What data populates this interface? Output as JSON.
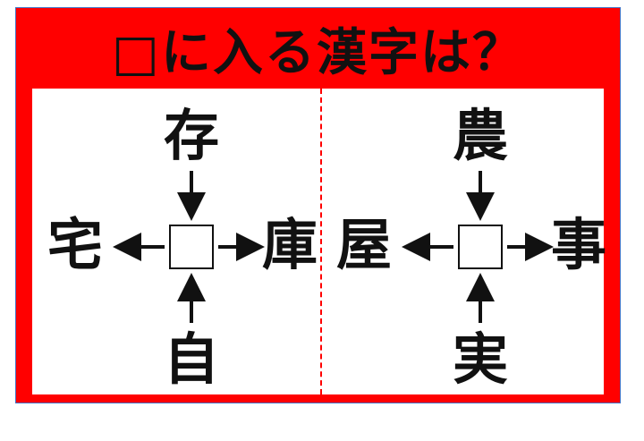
{
  "title": "□に入る漢字は？",
  "puzzles": [
    {
      "top": "存",
      "left": "宅",
      "right": "庫",
      "bottom": "自"
    },
    {
      "top": "農",
      "left": "屋",
      "right": "事",
      "bottom": "実"
    }
  ],
  "colors": {
    "frame": "#ff0000",
    "text": "#111111"
  }
}
